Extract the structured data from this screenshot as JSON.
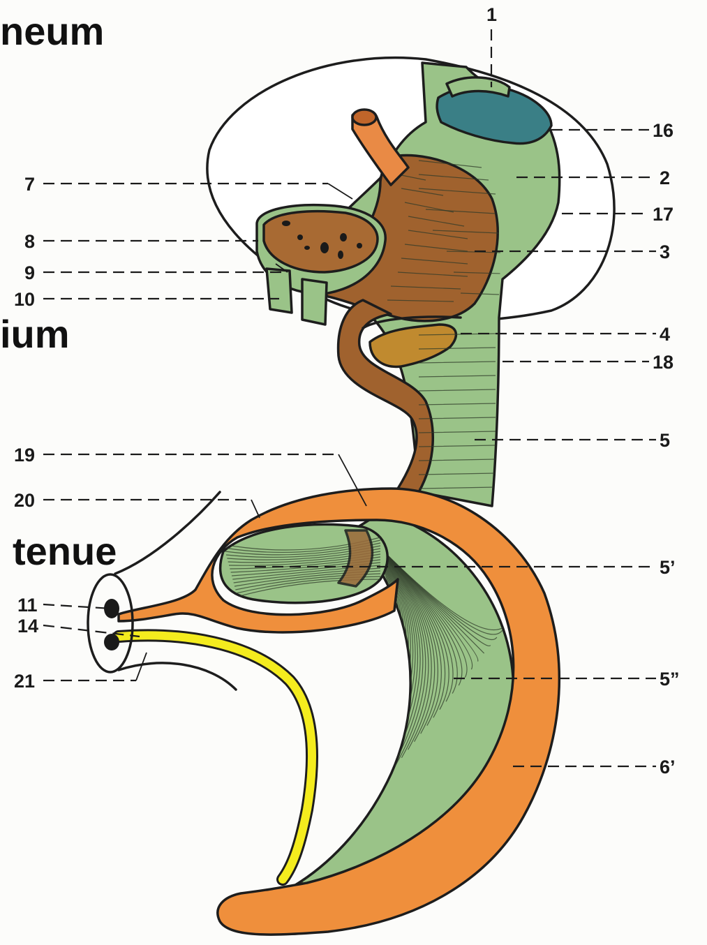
{
  "words": {
    "top": "neum",
    "middle": "ium",
    "lower": "tenue"
  },
  "labels": {
    "l1": "1",
    "l16": "16",
    "l2": "2",
    "l17": "17",
    "l3": "3",
    "l4": "4",
    "l18": "18",
    "l5": "5",
    "l5p": "5’",
    "l5pp": "5”",
    "l6p": "6’",
    "l7": "7",
    "l8": "8",
    "l9": "9",
    "l10": "10",
    "l19": "19",
    "l20": "20",
    "l11": "11",
    "l14": "14",
    "l21": "21"
  },
  "colors": {
    "green": "#9ac388",
    "dark_green_blue": "#3a7f86",
    "brown": "#a0622e",
    "light_brown": "#b9794a",
    "orange": "#ef8f3c",
    "yellow": "#f4ec1e",
    "pancreas": "#c08a2f",
    "lines": "#1a1a1a"
  }
}
